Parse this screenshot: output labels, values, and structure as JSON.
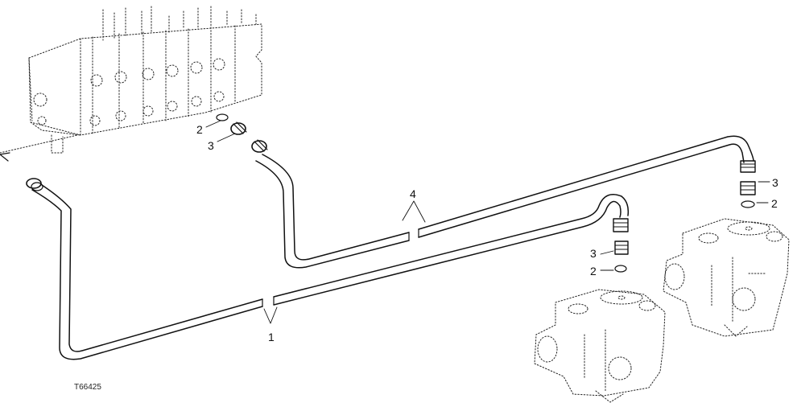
{
  "figure_number": "T66425",
  "callouts": {
    "c1": "1",
    "c2_valve": "2",
    "c3_valve": "3",
    "c4": "4",
    "c3_right": "3",
    "c2_right": "2",
    "c3_lower": "3",
    "c2_lower": "2"
  },
  "colors": {
    "ink": "#111111",
    "background": "#ffffff"
  }
}
